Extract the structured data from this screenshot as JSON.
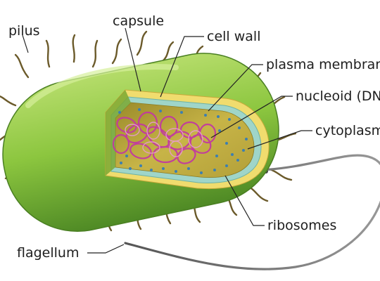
{
  "labels": {
    "pilus": "pilus",
    "capsule": "capsule",
    "cell_wall": "cell wall",
    "plasma_membrane": "plasma membrane",
    "nucleoid": "nucleoid (DNA)",
    "cytoplasm": "cytoplasm",
    "ribosomes": "ribosomes",
    "flagellum": "flagellum"
  },
  "colors": {
    "capsule_green": "#8cc63f",
    "capsule_dark": "#5e9a2c",
    "cell_wall_yellow": "#f0dc6e",
    "membrane_teal": "#9fd5c9",
    "cytoplasm_olive": "#c4b043",
    "dna_magenta": "#c23aa0",
    "ribosome_blue": "#3d7fb0",
    "pili_brown": "#6b5a2a"
  }
}
